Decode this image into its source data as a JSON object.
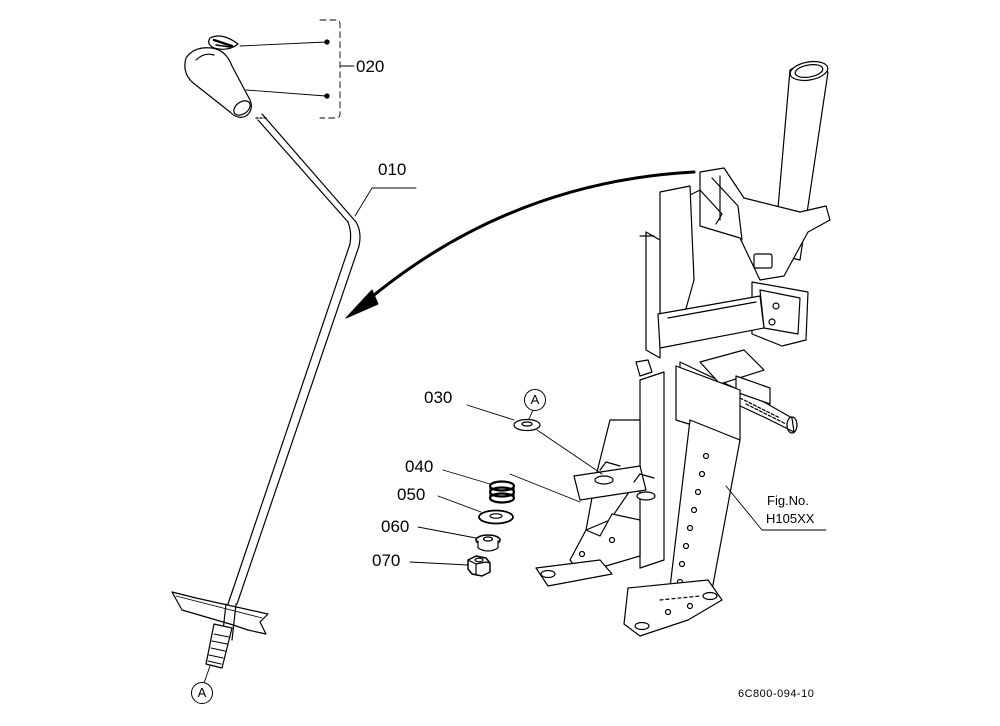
{
  "callouts": {
    "p020": "020",
    "p010": "010",
    "p030": "030",
    "p040": "040",
    "p050": "050",
    "p060": "060",
    "p070": "070"
  },
  "refs": {
    "top": "A",
    "bottom": "A"
  },
  "figure": {
    "label": "Fig.No.",
    "number": "H105XX"
  },
  "drawing_code": "6C800-094-10",
  "colors": {
    "line": "#000000",
    "background": "#ffffff"
  }
}
